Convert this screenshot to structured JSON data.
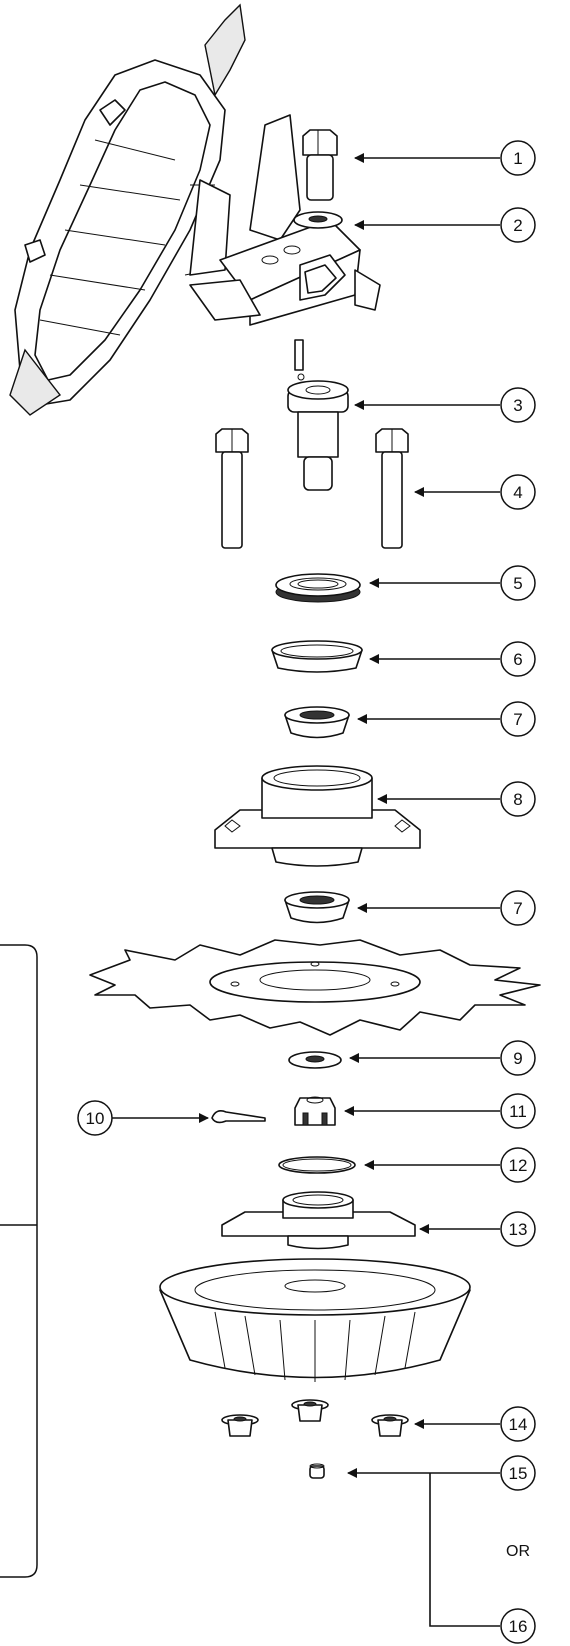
{
  "callouts": [
    "1",
    "2",
    "3",
    "4",
    "5",
    "6",
    "7",
    "8",
    "7",
    "9",
    "10",
    "11",
    "12",
    "13",
    "14",
    "15",
    "16"
  ],
  "or_label": "OR",
  "parts": {
    "motor_housing": "motor-housing-illustration",
    "frame_tube": "frame-tube-illustration",
    "bolt": "bolt-illustration",
    "washer": "washer-illustration",
    "shaft": "shaft-illustration",
    "long_bolts": "long-bolt-illustration",
    "seal": "seal-illustration",
    "bearing_cup": "bearing-cup-illustration",
    "bearing_cone": "bearing-cone-illustration",
    "flange_housing": "flange-housing-illustration",
    "spinner_disc": "spinner-disc-illustration",
    "castle_nut": "castle-nut-illustration",
    "cotter_pin": "cotter-pin-illustration",
    "snap_ring": "snap-ring-illustration",
    "flange_bearing": "flange-bearing-illustration",
    "spinner_bowl": "spinner-bowl-illustration",
    "flange_nuts": "flange-nut-illustration",
    "grease_fitting": "grease-fitting-illustration"
  }
}
